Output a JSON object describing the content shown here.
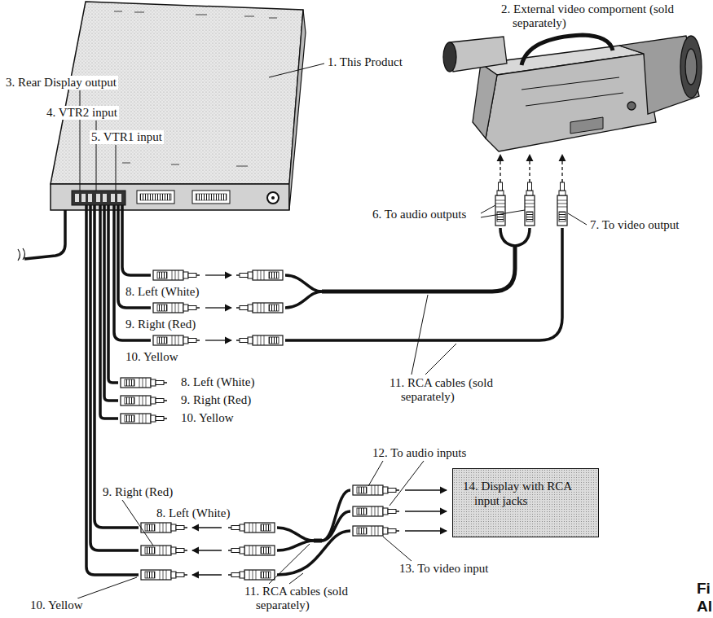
{
  "diagram": {
    "nodes": [
      {
        "text": [
          "14. Display with RCA input jacks"
        ]
      }
    ],
    "labels": [
      "1. This Product",
      "2. External video compornent (sold separately)",
      "3. Rear Display output",
      "4. VTR2 input",
      "5. VTR1 input",
      "6. To audio outputs",
      "7. To video output",
      "8. Left (White)",
      "9. Right (Red)",
      "10. Yellow",
      "11. RCA cables (sold separately)",
      "8. Left (White)",
      "9. Right (Red)",
      "10. Yellow",
      "9. Right (Red)",
      "8. Left (White)",
      "12. To audio inputs",
      "10. Yellow",
      "11. RCA cables (sold separately)",
      "13. To video input",
      "Fi",
      "Al"
    ]
  }
}
